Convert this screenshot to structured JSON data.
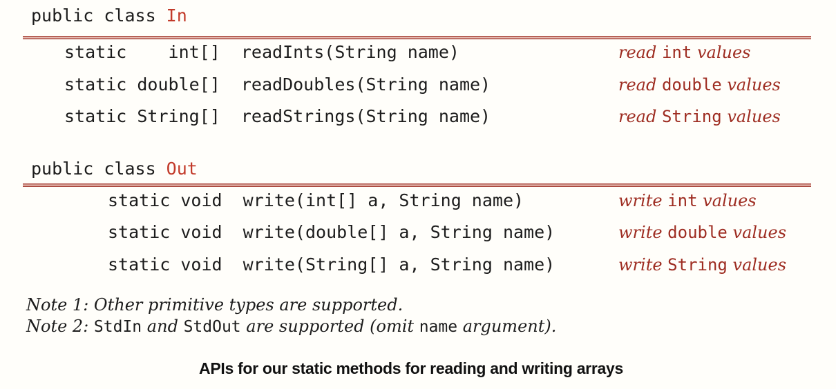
{
  "caption": "APIs for our static methods for reading and writing arrays",
  "colors": {
    "background": "#fffefa",
    "text": "#1c1c1c",
    "keyword_red": "#c23a2a",
    "annotation_red": "#9e2d22",
    "rule_dark": "#a9473d",
    "rule_light": "#e8c0b7"
  },
  "tables": [
    {
      "header": {
        "prefix": "public class ",
        "name": "In"
      },
      "rows": [
        {
          "signature": "static    int[]  readInts(String name)",
          "annotation": {
            "prefix": "read ",
            "code": "int",
            "suffix": " values"
          }
        },
        {
          "signature": "static double[]  readDoubles(String name)",
          "annotation": {
            "prefix": "read ",
            "code": "double",
            "suffix": " values"
          }
        },
        {
          "signature": "static String[]  readStrings(String name)",
          "annotation": {
            "prefix": "read ",
            "code": "String",
            "suffix": " values"
          }
        }
      ]
    },
    {
      "header": {
        "prefix": "public class ",
        "name": "Out"
      },
      "rows": [
        {
          "signature": "static void  write(int[] a, String name)",
          "annotation": {
            "prefix": "write ",
            "code": "int",
            "suffix": " values"
          }
        },
        {
          "signature": "static void  write(double[] a, String name)",
          "annotation": {
            "prefix": "write ",
            "code": "double",
            "suffix": " values"
          }
        },
        {
          "signature": "static void  write(String[] a, String name)",
          "annotation": {
            "prefix": "write ",
            "code": "String",
            "suffix": " values"
          }
        }
      ]
    }
  ],
  "notes": [
    {
      "segments": [
        {
          "style": "italic",
          "text": "Note 1: Other primitive types are supported."
        }
      ]
    },
    {
      "segments": [
        {
          "style": "italic",
          "text": "Note 2: "
        },
        {
          "style": "code",
          "text": "StdIn"
        },
        {
          "style": "italic",
          "text": " and "
        },
        {
          "style": "code",
          "text": "StdOut"
        },
        {
          "style": "italic",
          "text": " are supported (omit "
        },
        {
          "style": "code",
          "text": "name"
        },
        {
          "style": "italic",
          "text": " argument)."
        }
      ]
    }
  ]
}
